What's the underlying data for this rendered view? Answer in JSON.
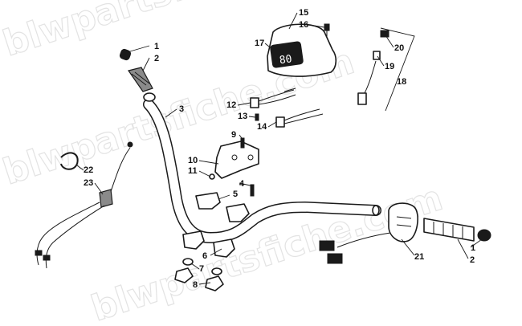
{
  "watermark": "blwpartsfiche.com",
  "callouts": [
    {
      "id": "c1a",
      "label": "1"
    },
    {
      "id": "c2a",
      "label": "2"
    },
    {
      "id": "c3",
      "label": "3"
    },
    {
      "id": "c4",
      "label": "4"
    },
    {
      "id": "c5",
      "label": "5"
    },
    {
      "id": "c6",
      "label": "6"
    },
    {
      "id": "c7",
      "label": "7"
    },
    {
      "id": "c8",
      "label": "8"
    },
    {
      "id": "c9",
      "label": "9"
    },
    {
      "id": "c10",
      "label": "10"
    },
    {
      "id": "c11",
      "label": "11"
    },
    {
      "id": "c12",
      "label": "12"
    },
    {
      "id": "c13",
      "label": "13"
    },
    {
      "id": "c14",
      "label": "14"
    },
    {
      "id": "c15",
      "label": "15"
    },
    {
      "id": "c16",
      "label": "16"
    },
    {
      "id": "c17",
      "label": "17"
    },
    {
      "id": "c18",
      "label": "18"
    },
    {
      "id": "c19",
      "label": "19"
    },
    {
      "id": "c20",
      "label": "20"
    },
    {
      "id": "c21",
      "label": "21"
    },
    {
      "id": "c22",
      "label": "22"
    },
    {
      "id": "c23",
      "label": "23"
    },
    {
      "id": "c1b",
      "label": "1"
    },
    {
      "id": "c2b",
      "label": "2"
    }
  ],
  "display": {
    "digits": "80"
  }
}
